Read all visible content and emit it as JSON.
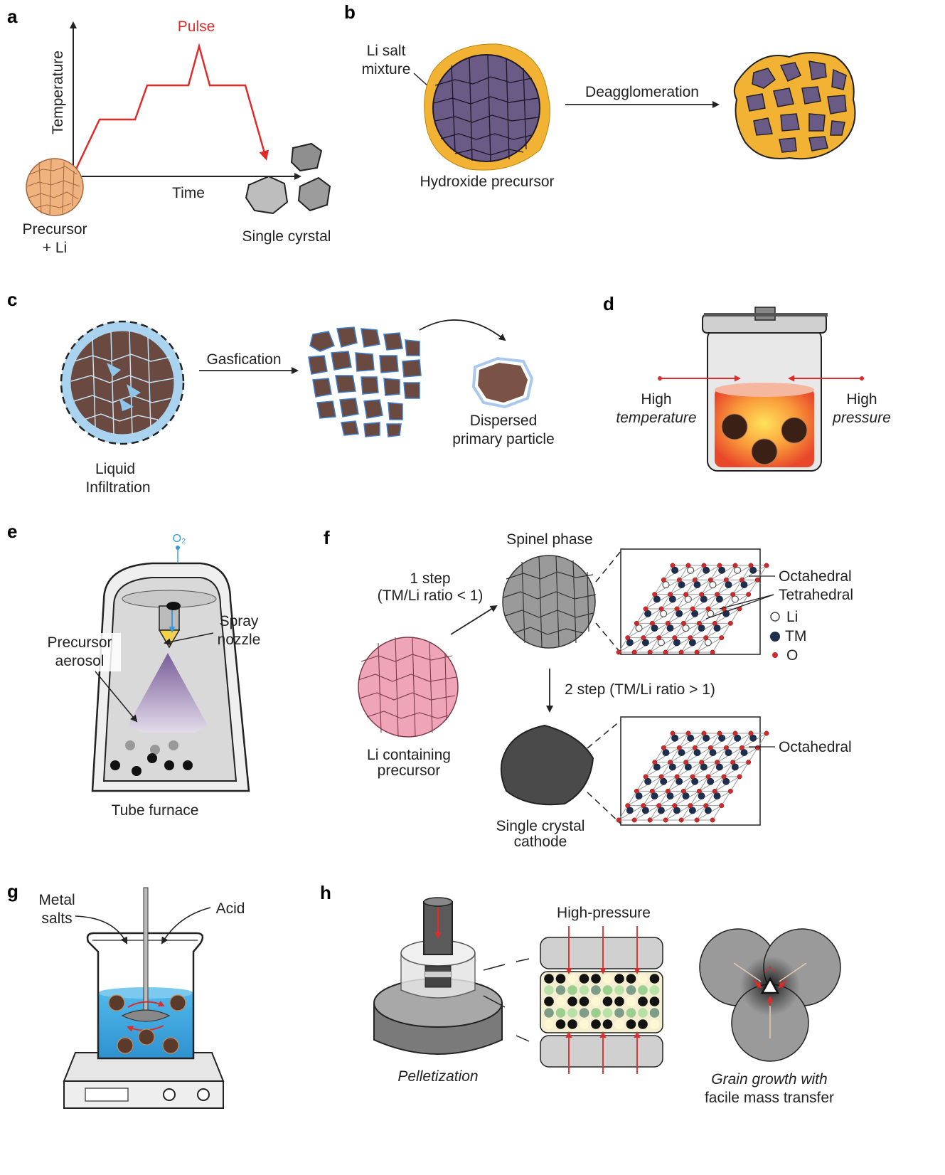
{
  "panels": {
    "a": {
      "letter": "a",
      "y_axis_label": "Temperature",
      "x_axis_label": "Time",
      "pulse_label": "Pulse",
      "precursor_label_1": "Precursor",
      "precursor_label_2": "+ Li",
      "product_label": "Single cyrstal"
    },
    "b": {
      "letter": "b",
      "salt_label_1": "Li salt",
      "salt_label_2": "mixture",
      "arrow_label": "Deagglomeration",
      "precursor_label": "Hydroxide precursor"
    },
    "c": {
      "letter": "c",
      "arrow_label": "Gasfication",
      "infiltration_label_1": "Liquid",
      "infiltration_label_2": "Infiltration",
      "dispersed_label_1": "Dispersed",
      "dispersed_label_2": "primary particle"
    },
    "d": {
      "letter": "d",
      "temp_label_1": "High",
      "temp_label_2": "temperature",
      "pressure_label_1": "High",
      "pressure_label_2": "pressure"
    },
    "e": {
      "letter": "e",
      "gas_label": "O₂",
      "nozzle_label_1": "Spray",
      "nozzle_label_2": "nozzle",
      "aerosol_label_1": "Precursor",
      "aerosol_label_2": "aerosol",
      "furnace_label": "Tube furnace"
    },
    "f": {
      "letter": "f",
      "spinel_label": "Spinel phase",
      "step1_label_1": "1 step",
      "step1_label_2": "(TM/Li ratio < 1)",
      "step2_label": "2 step (TM/Li ratio > 1)",
      "precursor_label_1": "Li containing",
      "precursor_label_2": "precursor",
      "product_label_1": "Single crystal",
      "product_label_2": "cathode",
      "octahedral_label": "Octahedral",
      "tetrahedral_label": "Tetrahedral",
      "octahedral_label_2": "Octahedral",
      "legend_li": "Li",
      "legend_tm": "TM",
      "legend_o": "O"
    },
    "g": {
      "letter": "g",
      "salts_label_1": "Metal",
      "salts_label_2": "salts",
      "acid_label": "Acid"
    },
    "h": {
      "letter": "h",
      "pressure_label": "High-pressure",
      "pellet_label": "Pelletization",
      "grain_label_1": "Grain growth with",
      "grain_label_2": "facile mass transfer"
    }
  },
  "colors": {
    "red": "#e02b2b",
    "blue": "#3a9bd9",
    "gold": "#f2b233",
    "purple": "#6a5a86",
    "brown": "#6a4a40",
    "pink": "#f0a4b8",
    "gray": "#9a9a9a"
  }
}
